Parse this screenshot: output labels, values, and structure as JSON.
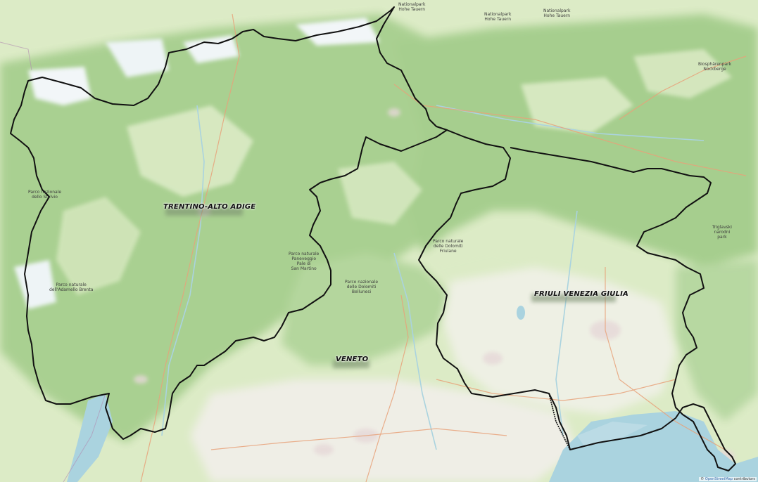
{
  "map": {
    "colors": {
      "forest": "#a7cf8f",
      "forest_dark": "#8fbf78",
      "meadow": "#dcebc6",
      "urban": "#e6d8d8",
      "glacier": "#f2f6f8",
      "water": "#aad3df",
      "border": "#111111",
      "road": "#e8a27a"
    },
    "regions": {
      "trentino": "TRENTINO-ALTO ADIGE",
      "veneto": "VENETO",
      "friuli": "FRIULI VENEZIA GIULIA"
    },
    "places": {
      "np_hohe_tauern_1": "Nationalpark\nHohe Tauern",
      "np_hohe_tauern_2": "Nationalpark\nHohe Tauern",
      "np_hohe_tauern_3": "Nationalpark\nHohe Tauern",
      "biosphaere": "Biosphärenpark\nNockberge",
      "stelvio": "Parco nazionale\ndello Stelvio",
      "adamello": "Parco naturale\ndell'Adamello Brenta",
      "dolomiti_friulane": "Parco naturale\ndelle Dolomiti\nFriulane",
      "dolomiti_bellunesi": "Parco nazionale\ndelle Dolomiti\nBellunesi",
      "paneveggio": "Parco naturale\nPaneveggio\nPale di\nSan Martino",
      "triglav": "Triglavski\nnarodni\npark"
    },
    "attribution": {
      "prefix": "© ",
      "link": "OpenStreetMap",
      "suffix": " contributors"
    }
  }
}
